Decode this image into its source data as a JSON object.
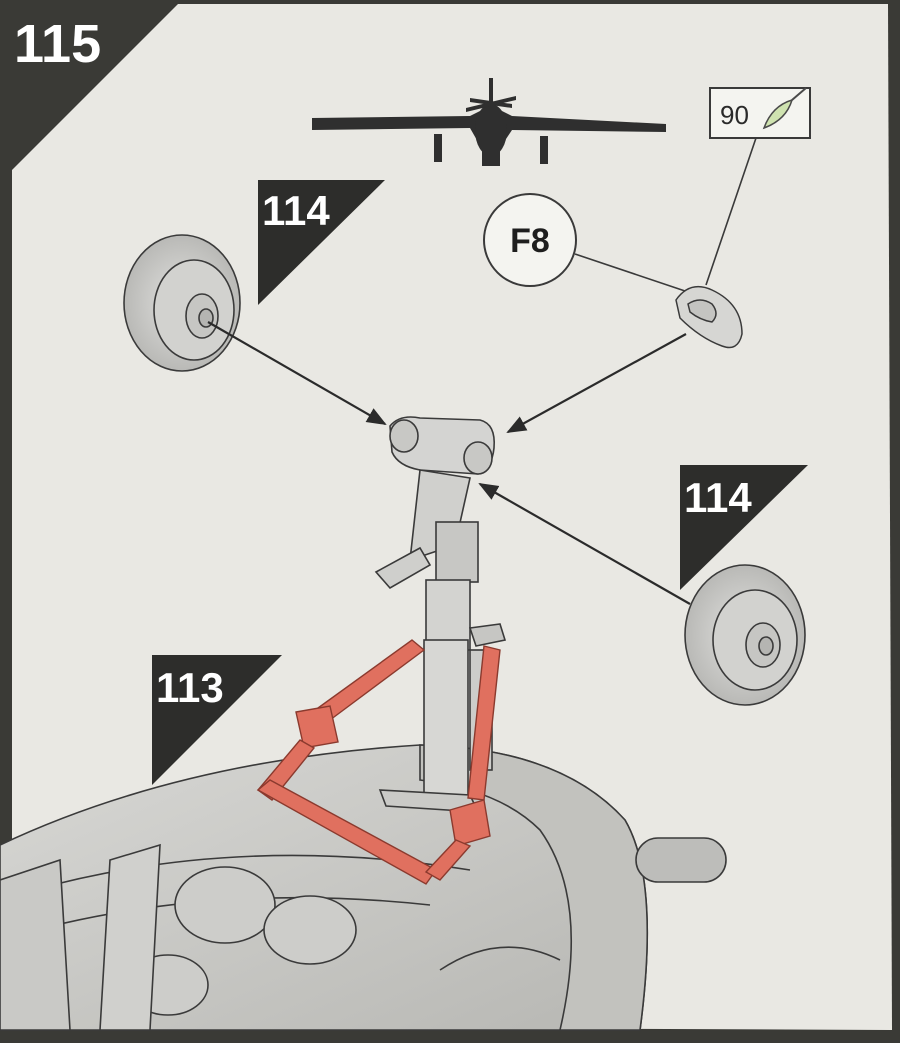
{
  "step": {
    "number": "115"
  },
  "callouts": [
    {
      "id": "ref-wheel-upper",
      "label": "114"
    },
    {
      "id": "ref-wheel-lower",
      "label": "114"
    },
    {
      "id": "ref-fuselage",
      "label": "113"
    }
  ],
  "part": {
    "label": "F8"
  },
  "paint": {
    "code": "90",
    "icon": "brush-icon"
  },
  "colors": {
    "page": "#e9e8e3",
    "border": "#3a3a36",
    "highlight": "#e0705f",
    "part_fill": "#d4d4d2",
    "linework": "#2b2b2b"
  }
}
